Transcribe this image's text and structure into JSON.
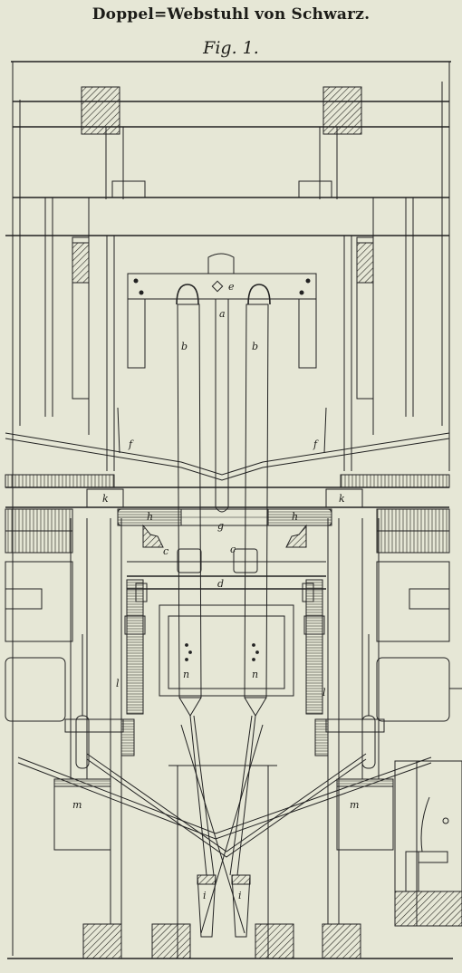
{
  "plate": {
    "title": "Doppel=Webstuhl von Schwarz.",
    "figure_label": "Fig. 1."
  },
  "part_labels": {
    "a": "a",
    "b": "b",
    "c": "c",
    "d": "d",
    "e": "e",
    "f": "f",
    "g": "g",
    "h": "h",
    "i": "i",
    "k": "k",
    "l": "l",
    "m": "m",
    "n": "n"
  },
  "colors": {
    "paper": "#e6e7d6",
    "ink": "#1c1c18"
  }
}
